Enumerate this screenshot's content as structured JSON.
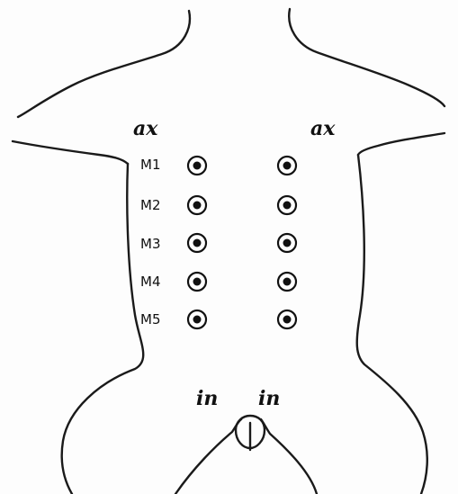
{
  "labels": {
    "ax_left": "ax",
    "ax_right": "ax",
    "in_left": "in",
    "in_right": "in"
  },
  "rows": [
    {
      "label": "M1"
    },
    {
      "label": "M2"
    },
    {
      "label": "M3"
    },
    {
      "label": "M4"
    },
    {
      "label": "M5"
    }
  ],
  "colors": {
    "ink": "#111111",
    "background": "#fdfdfd"
  }
}
